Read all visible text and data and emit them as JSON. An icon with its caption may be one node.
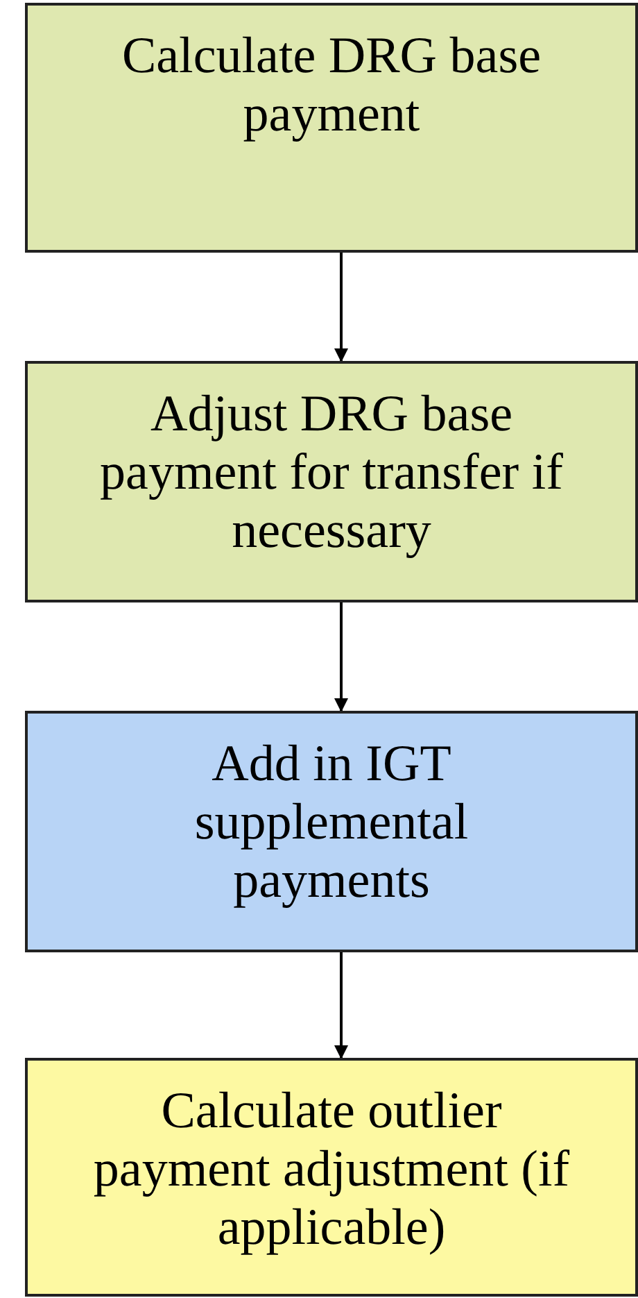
{
  "diagram": {
    "nodes": [
      {
        "text": [
          "Calculate DRG base payment"
        ]
      },
      {
        "text": [
          "Adjust DRG base payment for transfer if necessary"
        ]
      },
      {
        "text": [
          "Add in IGT supplemental payments"
        ]
      },
      {
        "text": [
          "Calculate outlier payment adjustment (if applicable)"
        ]
      }
    ],
    "edges": [
      {
        "from": 0,
        "to": 1,
        "arrow": "to"
      },
      {
        "from": 1,
        "to": 2,
        "arrow": "to"
      },
      {
        "from": 2,
        "to": 3,
        "arrow": "to"
      }
    ]
  }
}
